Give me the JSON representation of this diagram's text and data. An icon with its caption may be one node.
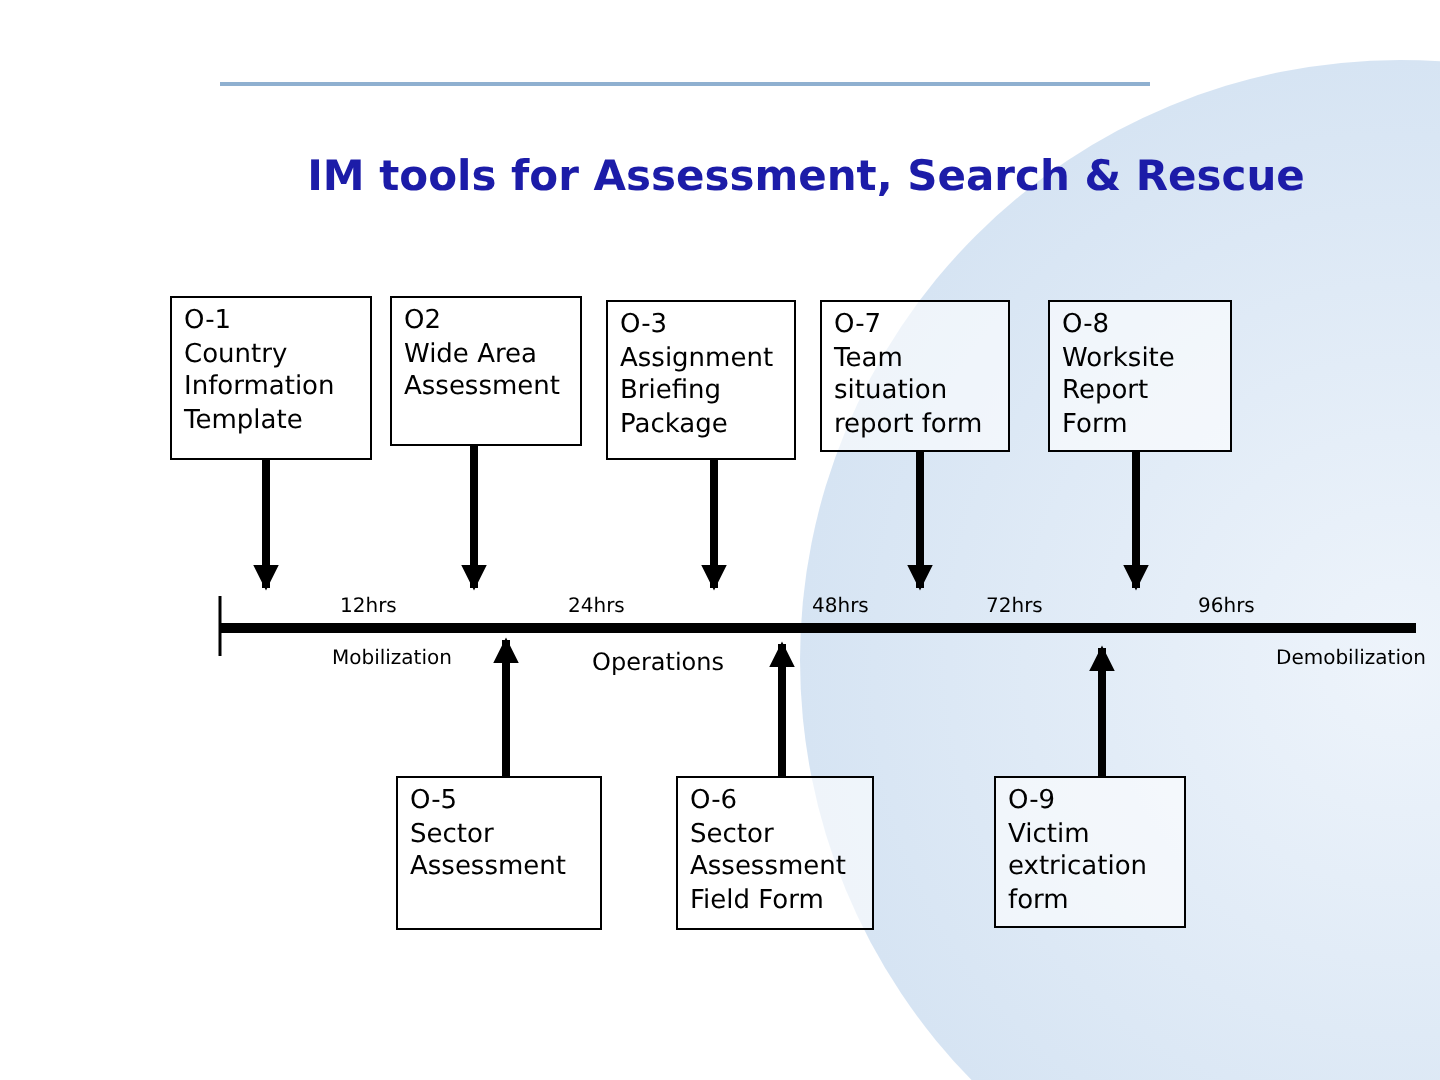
{
  "diagram": {
    "title": "IM tools for Assessment, Search & Rescue",
    "nodes": [
      {
        "text": [
          "O-1",
          "Country Information Template"
        ]
      },
      {
        "text": [
          "O2",
          "Wide Area Assessment"
        ]
      },
      {
        "text": [
          "O-3",
          "Assignment Briefing Package"
        ]
      },
      {
        "text": [
          "O-7",
          "Team situation report form"
        ]
      },
      {
        "text": [
          "O-8",
          "Worksite Report Form"
        ]
      },
      {
        "text": [
          "O-5",
          "Sector Assessment"
        ]
      },
      {
        "text": [
          "O-6",
          "Sector Assessment Field Form"
        ]
      },
      {
        "text": [
          "O-9",
          "Victim extrication form"
        ]
      }
    ],
    "edges": [
      {
        "from": 0,
        "to": null,
        "arrow": "to"
      },
      {
        "from": 1,
        "to": null,
        "arrow": "to"
      },
      {
        "from": 2,
        "to": null,
        "arrow": "to"
      },
      {
        "from": 3,
        "to": null,
        "arrow": "to"
      },
      {
        "from": 4,
        "to": null,
        "arrow": "to"
      },
      {
        "from": 5,
        "to": null,
        "arrow": "to"
      },
      {
        "from": 6,
        "to": null,
        "arrow": "to"
      },
      {
        "from": 7,
        "to": null,
        "arrow": "to"
      }
    ],
    "labels": [
      "12hrs",
      "24hrs",
      "48hrs",
      "72hrs",
      "96hrs",
      "Mobilization",
      "Operations",
      "Demobilization"
    ]
  }
}
